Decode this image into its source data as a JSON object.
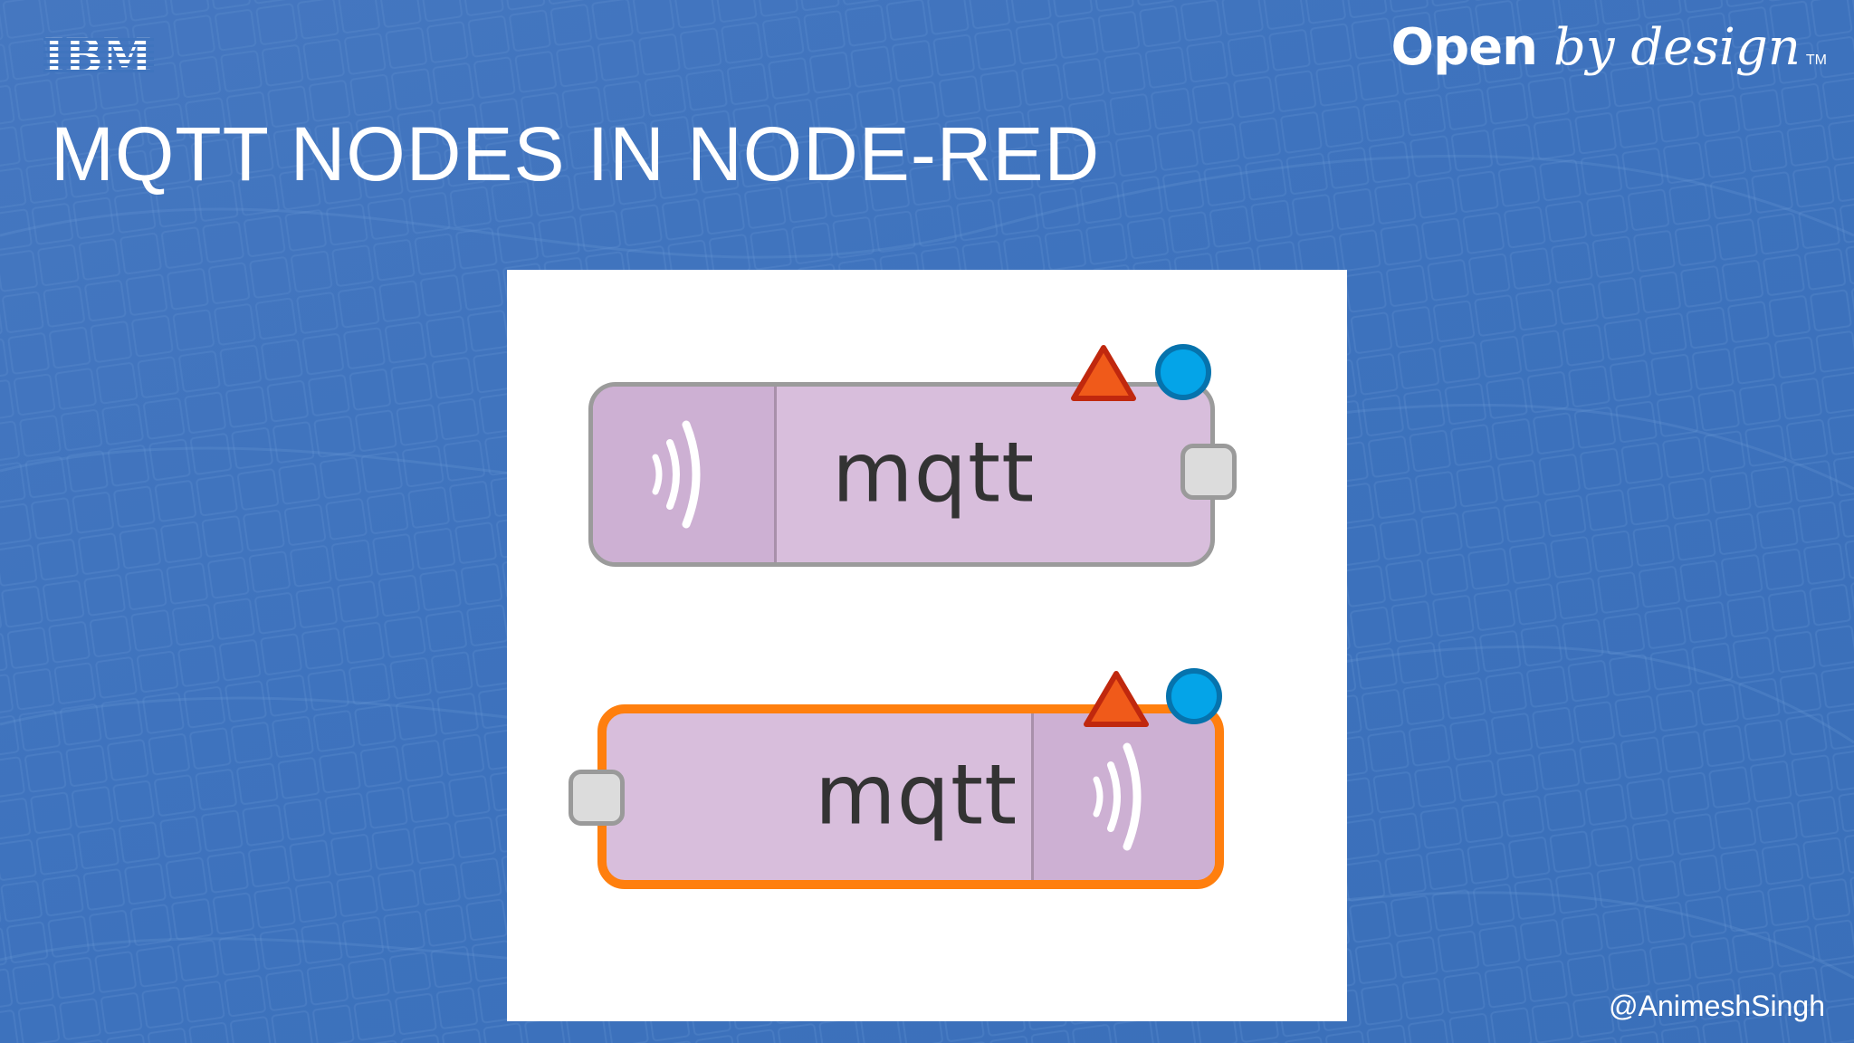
{
  "slide": {
    "title": "MQTT NODES IN NODE-RED",
    "logo": "IBM",
    "brand_open": "Open",
    "brand_tagline": "by design",
    "brand_tm": "TM",
    "handle": "@AnimeshSingh"
  },
  "nodes": [
    {
      "kind": "mqtt-in",
      "label": "mqtt",
      "icon": "radio-waves-icon",
      "status": "warning",
      "selected": false
    },
    {
      "kind": "mqtt-out",
      "label": "mqtt",
      "icon": "radio-waves-icon",
      "status": "warning",
      "selected": true
    }
  ],
  "colors": {
    "background": "#3f74be",
    "node_fill": "#d8bedc",
    "node_icon_pane": "#cdb0d3",
    "node_border": "#9b9b9b",
    "selected_border": "#ff7f0e",
    "warning": "#f05a1a",
    "changed_dot": "#04a4e8"
  }
}
